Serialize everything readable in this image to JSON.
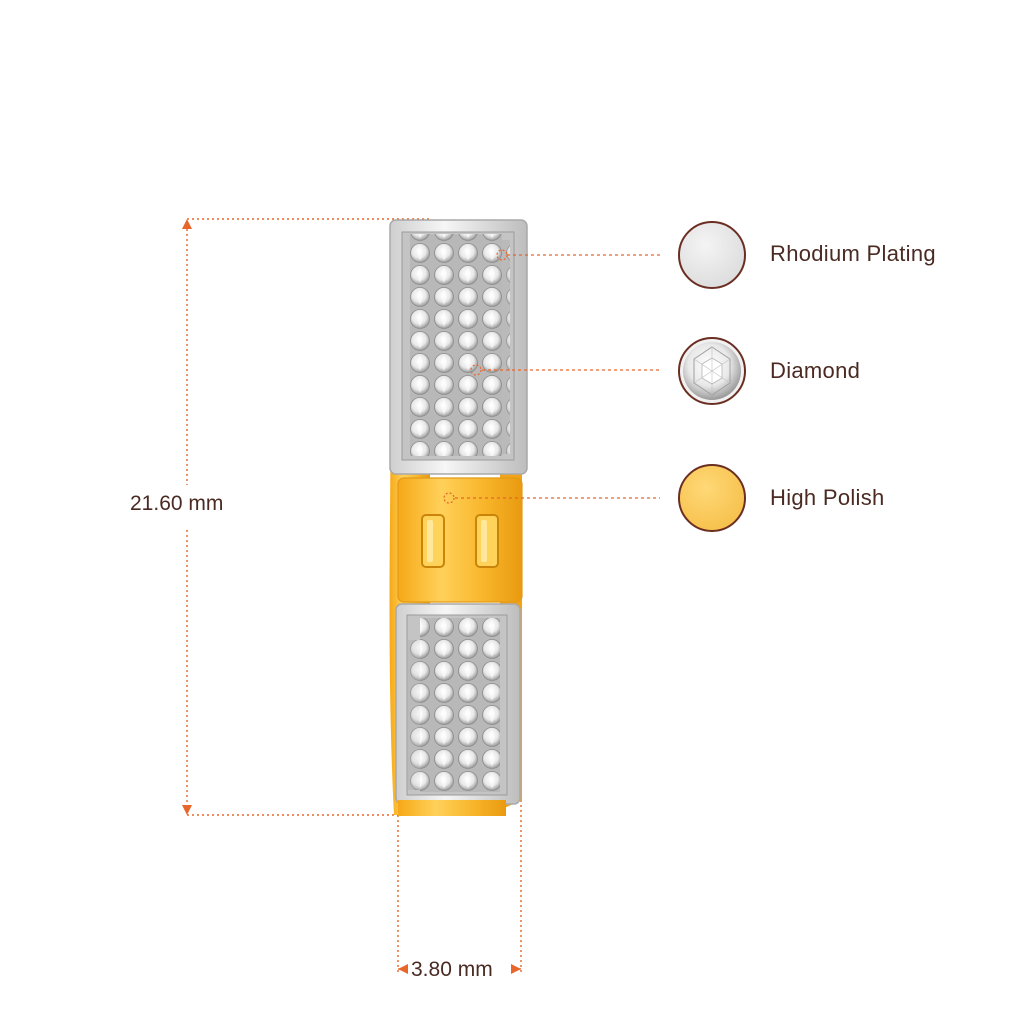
{
  "dimensions": {
    "height_label": "21.60 mm",
    "width_label": "3.80 mm"
  },
  "legend": [
    {
      "label": "Rhodium Plating",
      "swatch": "rhodium-swatch",
      "color": "#e7e7e7"
    },
    {
      "label": "Diamond",
      "swatch": "diamond-swatch",
      "color": "#eeeeee"
    },
    {
      "label": "High Polish",
      "swatch": "gold-swatch",
      "color": "#f9cb55"
    }
  ],
  "colors": {
    "accent_line": "#e8662b",
    "text": "#4a2a22",
    "swatch_border": "#6b2e22",
    "gold": "#f7b526",
    "silver": "#d9d9d9"
  }
}
